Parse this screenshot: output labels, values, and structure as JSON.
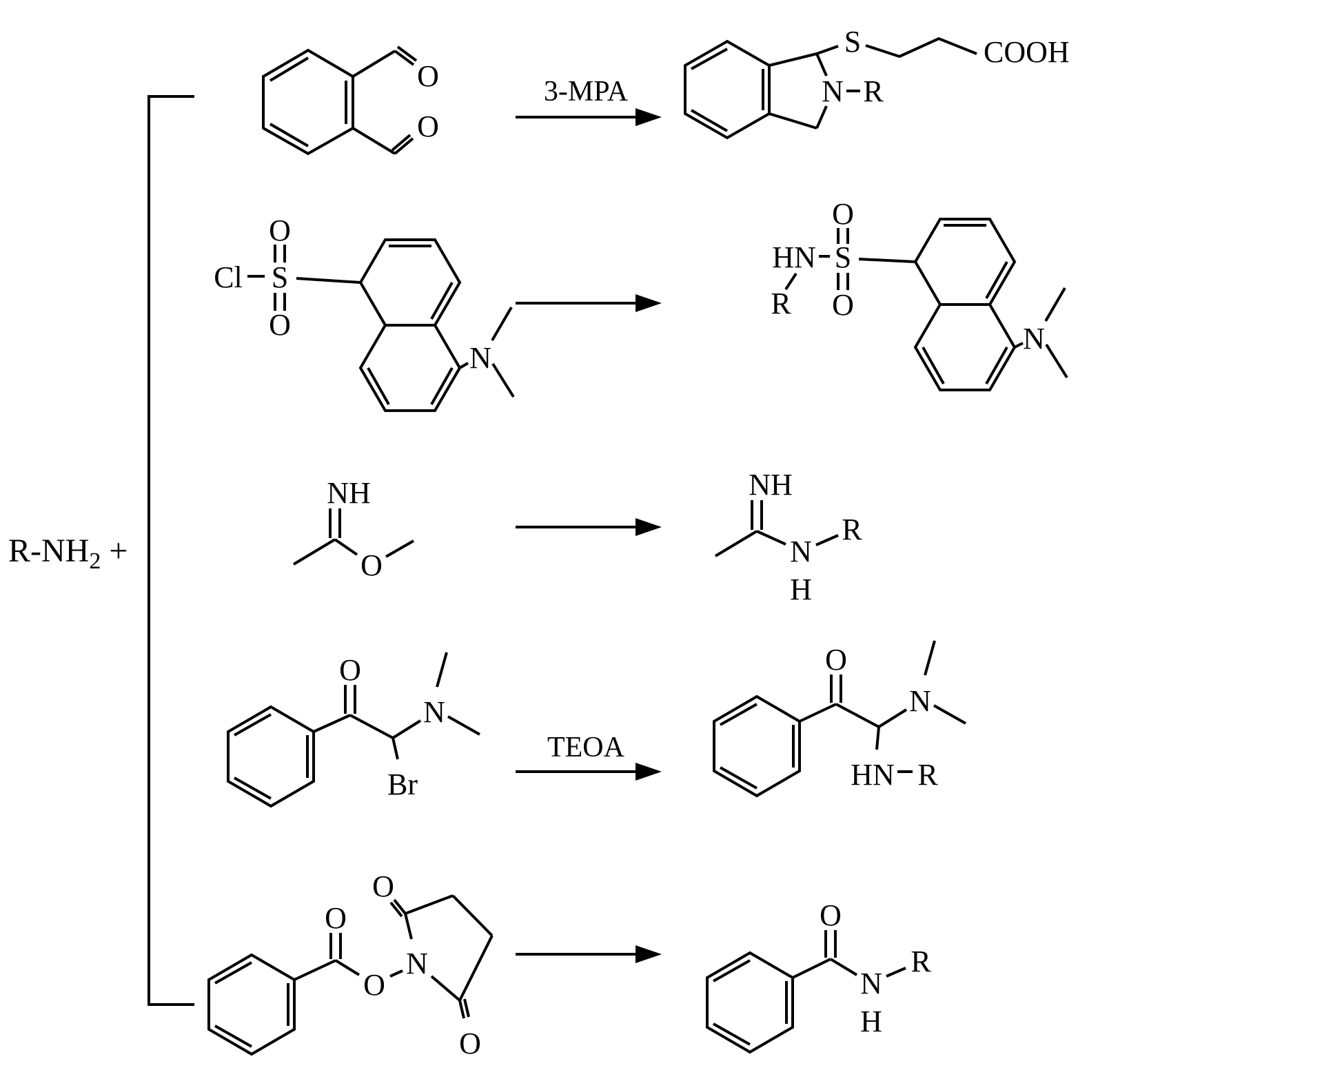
{
  "scheme": {
    "amine_label": {
      "main": "R-NH",
      "subscript": "2",
      "plus": "+"
    },
    "rows": [
      {
        "arrow_label": "3-MPA",
        "reactant": {
          "o_top": "O",
          "o_bottom": "O"
        },
        "product": {
          "s": "S",
          "cooh": "COOH",
          "n": "N",
          "r": "R"
        }
      },
      {
        "reactant": {
          "cl": "Cl",
          "s": "S",
          "o_top": "O",
          "o_bottom": "O",
          "n": "N"
        },
        "product": {
          "hn": "HN",
          "r": "R",
          "s": "S",
          "o_top": "O",
          "o_bottom": "O",
          "n": "N"
        }
      },
      {
        "reactant": {
          "nh": "NH",
          "o": "O"
        },
        "product": {
          "nh": "NH",
          "n": "N",
          "h": "H",
          "r": "R"
        }
      },
      {
        "arrow_label": "TEOA",
        "reactant": {
          "o": "O",
          "n": "N",
          "br": "Br"
        },
        "product": {
          "o": "O",
          "n": "N",
          "hn": "HN",
          "r": "R"
        }
      },
      {
        "reactant": {
          "o_acyl": "O",
          "o_ester": "O",
          "n": "N",
          "o_imide_top": "O",
          "o_imide_bottom": "O"
        },
        "product": {
          "o": "O",
          "n": "N",
          "h": "H",
          "r": "R"
        }
      }
    ]
  }
}
